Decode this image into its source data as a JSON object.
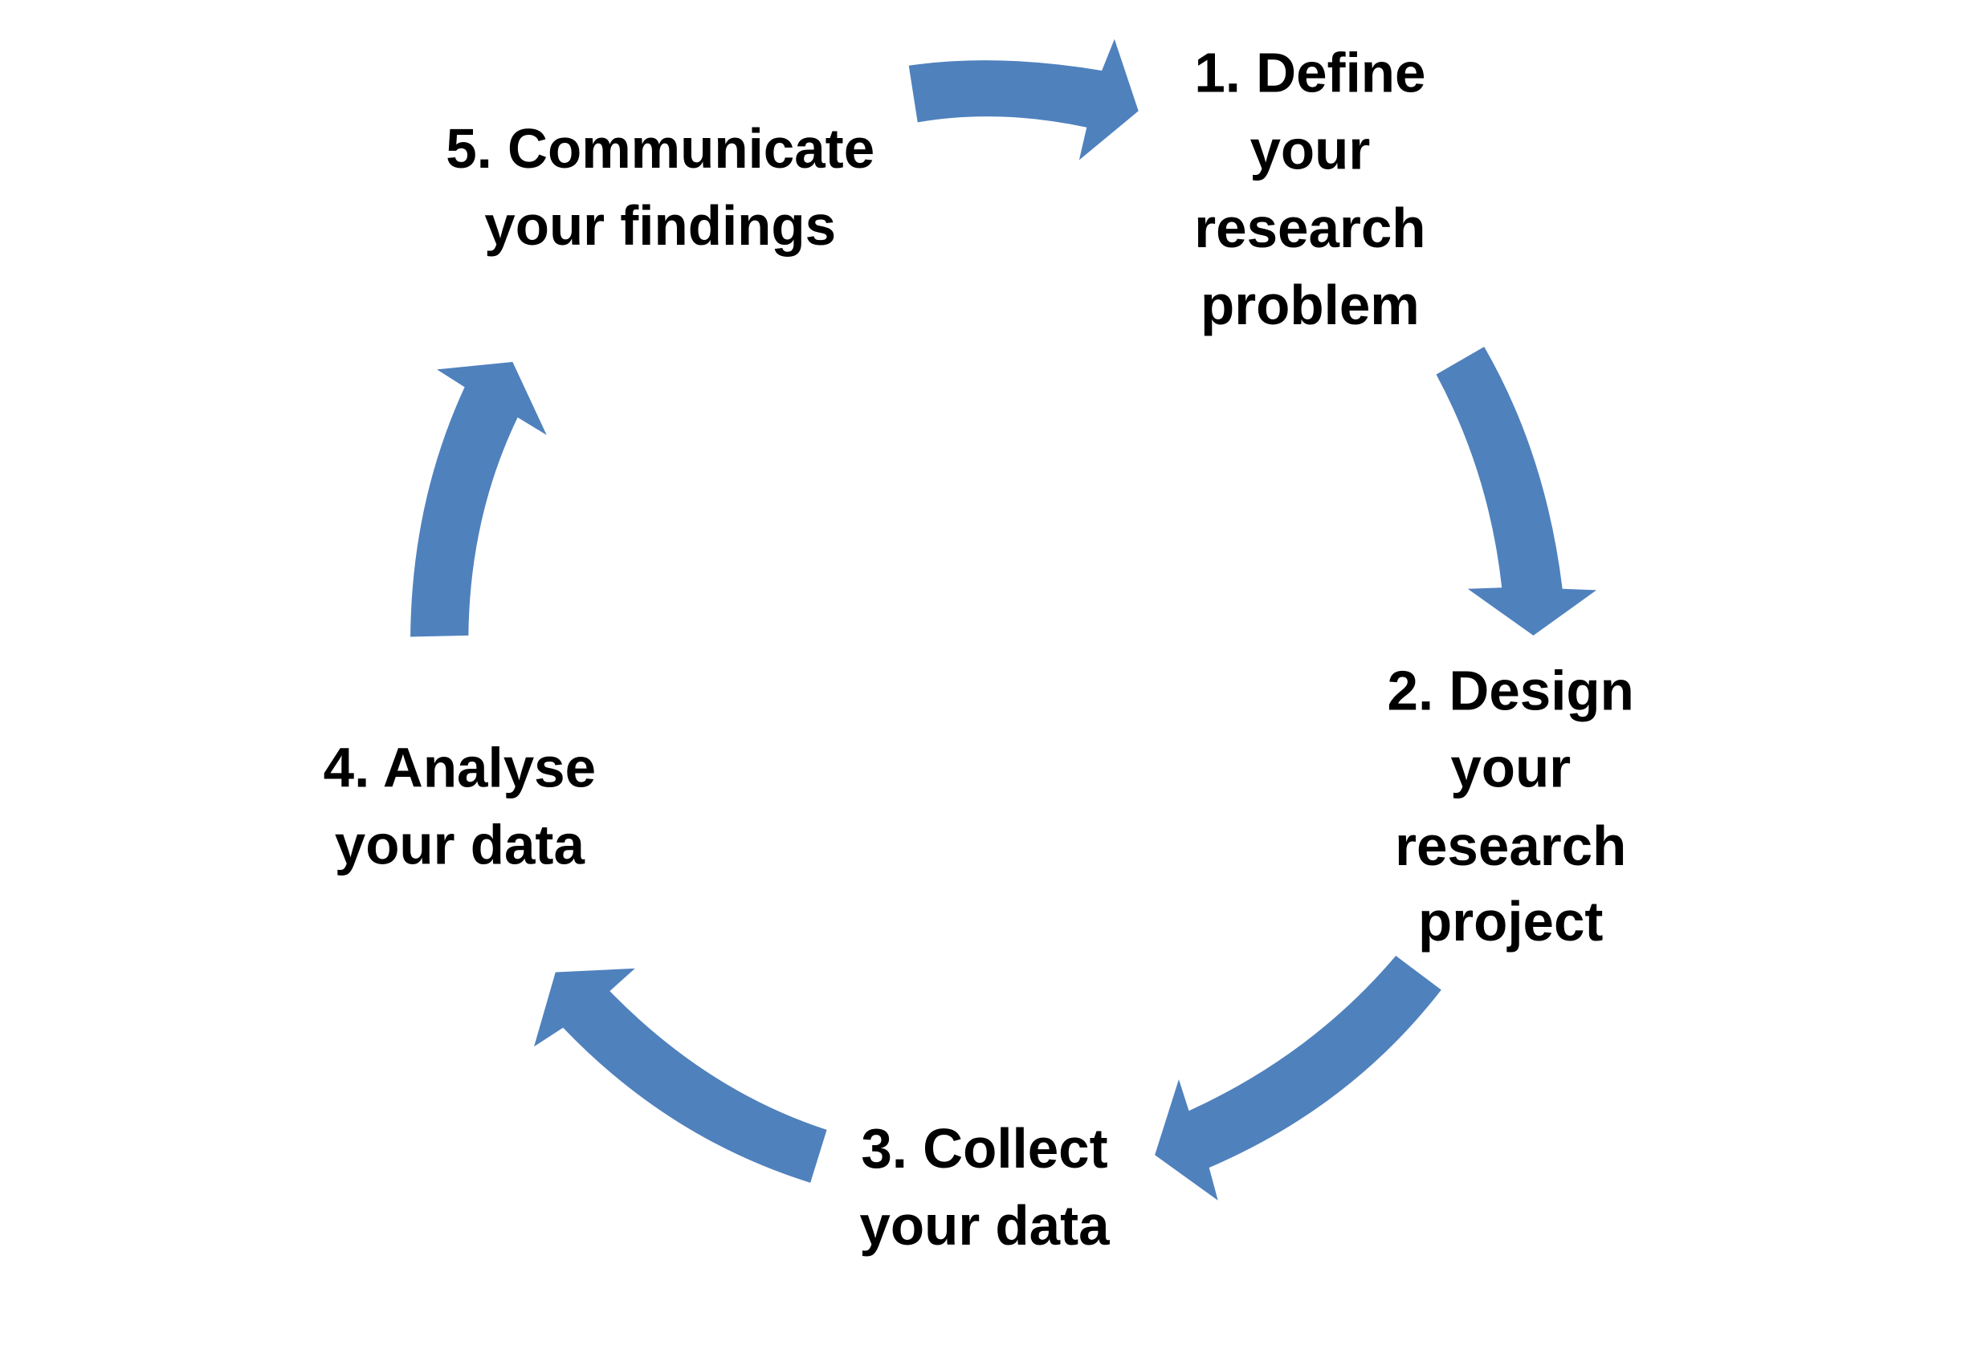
{
  "colors": {
    "arrow": "#4f81bd",
    "text": "#000000",
    "background": "#ffffff"
  },
  "steps": [
    {
      "lines": [
        "1. Define",
        "your",
        "research",
        "problem"
      ]
    },
    {
      "lines": [
        "2. Design",
        "your",
        "research",
        "project"
      ]
    },
    {
      "lines": [
        "3. Collect",
        "your data"
      ]
    },
    {
      "lines": [
        "4. Analyse",
        "your data"
      ]
    },
    {
      "lines": [
        "5. Communicate",
        "your findings"
      ]
    }
  ]
}
